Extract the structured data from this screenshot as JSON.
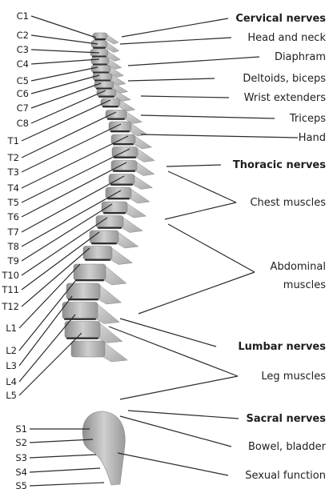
{
  "left_labels": [
    "C1",
    "C2",
    "C3",
    "C4",
    "C5",
    "C6",
    "C7",
    "C8",
    "T1",
    "T2",
    "T3",
    "T4",
    "T5",
    "T6",
    "T7",
    "T8",
    "T9",
    "T10",
    "T11",
    "T12",
    "L1",
    "L2",
    "L3",
    "L4",
    "L5",
    "S1",
    "S2",
    "S3",
    "S4",
    "S5"
  ],
  "right_labels": {
    "cervical_header": "Cervical nerves",
    "head_neck": "Head and neck",
    "diaphragm": "Diaphram",
    "deltoids": "Deltoids, biceps",
    "wrist": "Wrist extenders",
    "triceps": "Triceps",
    "hand": "Hand",
    "thoracic_header": "Thoracic nerves",
    "chest": "Chest muscles",
    "abdominal_1": "Abdominal",
    "abdominal_2": "muscles",
    "lumbar_header": "Lumbar nerves",
    "leg": "Leg muscles",
    "sacral_header": "Sacral nerves",
    "bowel": "Bowel, bladder",
    "sexual": "Sexual function"
  }
}
